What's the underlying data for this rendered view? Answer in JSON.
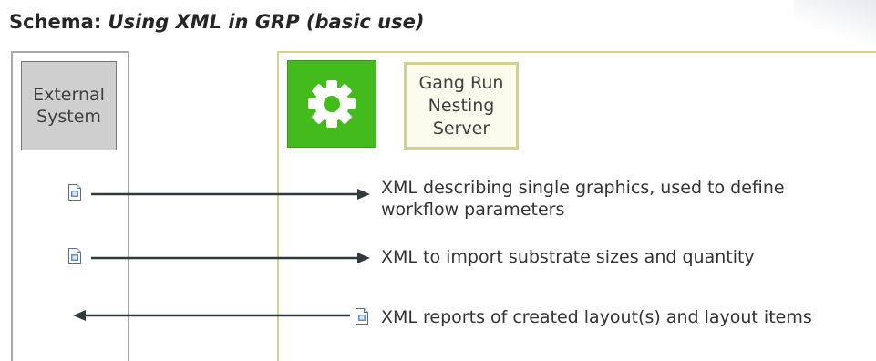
{
  "title": {
    "main": "Schema: ",
    "sub": "Using XML in GRP (basic use)"
  },
  "external_system": {
    "label": "External\nSystem"
  },
  "grp": {
    "icon": "gear-icon",
    "tile_color": "#44bb1d",
    "server_label": "Gang Run\nNesting\nServer"
  },
  "flows": [
    {
      "direction": "to-grp",
      "label": "XML describing single graphics, used to define\nworkflow parameters"
    },
    {
      "direction": "to-grp",
      "label": "XML to import substrate sizes and quantity"
    },
    {
      "direction": "to-external",
      "label": "XML reports of created layout(s) and layout items"
    }
  ],
  "colors": {
    "external_lane": "#a8a8a8",
    "grp_lane": "#d4d38d",
    "arrow": "#2f3b3f"
  }
}
